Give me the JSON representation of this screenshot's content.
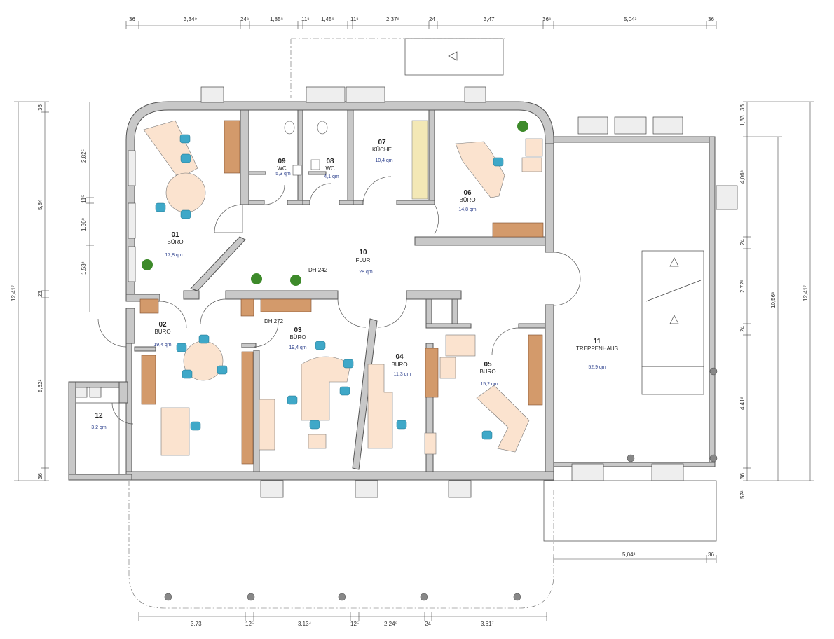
{
  "dimensions": {
    "top": [
      "36",
      "3,34⁹",
      "24⁶",
      "1,85⁵",
      "11⁵",
      "1,45⁵",
      "11⁵",
      "2,37⁸",
      "24",
      "3,47",
      "36⁵",
      "5,04³",
      "36"
    ],
    "bottom": [
      "3,73",
      "12⁵",
      "3,13⁴",
      "12⁵",
      "2,24⁹",
      "24",
      "3,61⁷"
    ],
    "bottom_right": [
      "5,04³",
      "36"
    ],
    "left_inner": [
      "36",
      "2,82⁵",
      "11⁵",
      "1,36⁸",
      "1,53²",
      "23",
      "5,62²",
      "36"
    ],
    "left_outer": [
      "5,84"
    ],
    "left_total": "12,41⁷",
    "right_inner": [
      "36",
      "1,33",
      "4,06⁸",
      "24",
      "2,72⁵",
      "24",
      "4,41⁸",
      "36",
      "52²"
    ],
    "right_mid": "10,56⁸",
    "right_total": "12,41⁷"
  },
  "rooms": [
    {
      "id": "01",
      "name": "BÜRO",
      "area": "17,8 qm"
    },
    {
      "id": "02",
      "name": "BÜRO",
      "area": "19,4 qm"
    },
    {
      "id": "03",
      "name": "BÜRO",
      "area": "19,4 qm"
    },
    {
      "id": "04",
      "name": "BÜRO",
      "area": "11,3 qm"
    },
    {
      "id": "05",
      "name": "BÜRO",
      "area": "15,2 qm"
    },
    {
      "id": "06",
      "name": "BÜRO",
      "area": "14,8 qm"
    },
    {
      "id": "07",
      "name": "KÜCHE",
      "area": "10,4 qm"
    },
    {
      "id": "08",
      "name": "WC",
      "area": "4,1 qm"
    },
    {
      "id": "09",
      "name": "WC",
      "area": "5,3 qm"
    },
    {
      "id": "10",
      "name": "FLUR",
      "area": "28 qm"
    },
    {
      "id": "11",
      "name": "TREPPENHAUS",
      "area": "52,9 qm"
    },
    {
      "id": "12",
      "name": "",
      "area": "3,2 qm"
    }
  ],
  "notes": {
    "dh242": "DH 242",
    "dh272": "DH 272"
  },
  "colors": {
    "wall": "#c8c8c8",
    "desk": "#fbe3cf",
    "cabinet": "#d39a6b",
    "chair": "#3fa8c8",
    "plant": "#3d8a2a",
    "area_text": "#2b3f8c"
  }
}
